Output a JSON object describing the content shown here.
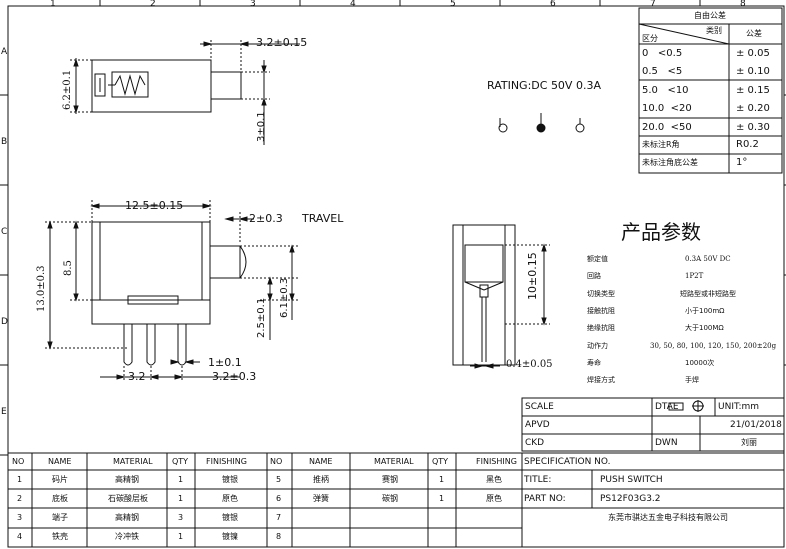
{
  "border": {
    "columns": [
      "1",
      "2",
      "3",
      "4",
      "5",
      "6",
      "7",
      "8"
    ],
    "rows": [
      "A",
      "B",
      "C",
      "D",
      "E"
    ]
  },
  "dimensions": {
    "top_view": {
      "width": "3.2±0.15",
      "height": "6.2±0.1",
      "stem": "3±0.1"
    },
    "side_view": {
      "body_width": "12.5±0.15",
      "travel": "2±0.3",
      "travel_label": "TRAVEL",
      "height_total": "13.0±0.3",
      "height_body": "8.5",
      "dim_a": "2.5±0.1",
      "dim_b": "6.1±0.3",
      "pin_pitch_left": "3.2",
      "pin_width": "1±0.1",
      "pin_pitch_right": "3.2±0.3"
    },
    "right_view": {
      "height": "10±0.15",
      "pin": "0.4±0.05"
    }
  },
  "rating": "RATING:DC 50V 0.3A",
  "tolerance_table": {
    "title": "自由公差",
    "header_diag_top": "类别",
    "header_diag_bottom": "区分",
    "header_right": "公差",
    "rows": [
      {
        "range": "0   <0.5",
        "tol": "± 0.05"
      },
      {
        "range": "0.5   <5",
        "tol": "± 0.10"
      },
      {
        "range": "5.0   <10",
        "tol": "± 0.15"
      },
      {
        "range": "10.0  <20",
        "tol": "± 0.20"
      },
      {
        "range": "20.0  <50",
        "tol": "± 0.30"
      }
    ],
    "notes": [
      {
        "label": "未标注R角",
        "value": "R0.2"
      },
      {
        "label": "未标注角底公差",
        "value": "1°"
      }
    ]
  },
  "params": {
    "title": "产品参数",
    "rows": [
      {
        "label": "额定值",
        "value": "0.3A 50V DC"
      },
      {
        "label": "回路",
        "value": "1P2T"
      },
      {
        "label": "切换类型",
        "value": "短路型或非短路型"
      },
      {
        "label": "接触抗阻",
        "value": "小于100mΩ"
      },
      {
        "label": "绝缘抗阻",
        "value": "大于100MΩ"
      },
      {
        "label": "动作力",
        "value": "30, 50, 80, 100, 120, 150, 200±20g"
      },
      {
        "label": "寿命",
        "value": "10000次"
      },
      {
        "label": "焊接方式",
        "value": "手焊"
      }
    ]
  },
  "title_block": {
    "scale_label": "SCALE",
    "dtae_label": "DTAE",
    "unit": "UNIT:mm",
    "apvd_label": "APVD",
    "date": "21/01/2018",
    "ckd_label": "CKD",
    "dwn_label": "DWN",
    "drawer": "刘丽",
    "spec_label": "SPECIFICATION NO.",
    "title_label": "TITLE:",
    "title_value": "PUSH SWITCH",
    "part_label": "PART NO:",
    "part_value": "PS12F03G3.2",
    "company": "东莞市骐达五金电子科技有限公司"
  },
  "bom": {
    "headers": [
      "NO",
      "NAME",
      "MATERIAL",
      "QTY",
      "FINISHING",
      "NO",
      "NAME",
      "MATERIAL",
      "QTY",
      "FINISHING"
    ],
    "rows": [
      [
        "1",
        "码片",
        "高精钢",
        "1",
        "镀银",
        "5",
        "推柄",
        "赛钢",
        "1",
        "黑色"
      ],
      [
        "2",
        "底板",
        "石碳酸层板",
        "1",
        "原色",
        "6",
        "弹簧",
        "碳钢",
        "1",
        "原色"
      ],
      [
        "3",
        "端子",
        "高精钢",
        "3",
        "镀银",
        "7",
        "",
        "",
        "",
        ""
      ],
      [
        "4",
        "铁壳",
        "冷冲铁",
        "1",
        "镀镍",
        "8",
        "",
        "",
        "",
        ""
      ]
    ]
  }
}
